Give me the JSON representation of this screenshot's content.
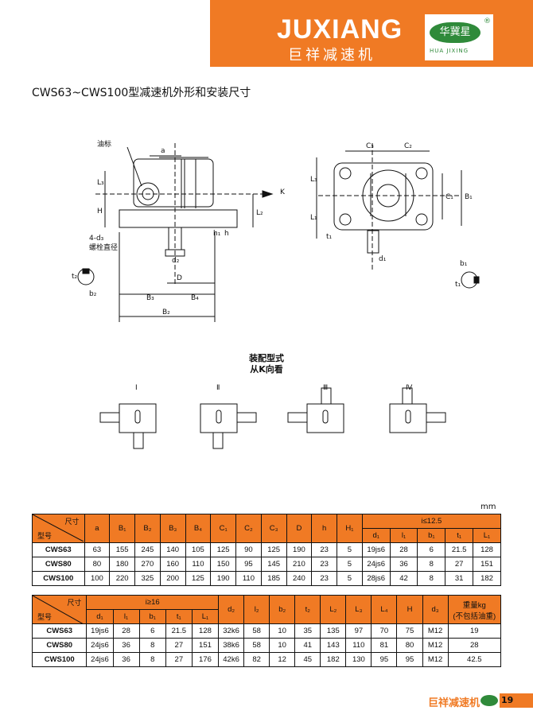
{
  "header": {
    "brand_en": "JUXIANG",
    "brand_cn": "巨祥减速机",
    "logo_text": "华冀星",
    "logo_sub": "HUA JIXING",
    "logo_reg": "®"
  },
  "title": "CWS63~CWS100型减速机外形和安装尺寸",
  "drawing_labels": {
    "oil_mark": "油标",
    "bolt_dia": "螺栓直径",
    "holes": "4-d₃",
    "K": "K",
    "a": "a",
    "L3": "L₃",
    "H": "H",
    "h": "h",
    "h1": "h₁",
    "L2": "L₂",
    "b2": "b₂",
    "t2": "t₂",
    "d2": "d₂",
    "D": "D",
    "B3": "B₃",
    "B4": "B₄",
    "B2": "B₂",
    "C3": "C₃",
    "C2": "C₂",
    "C1": "C₁",
    "B1": "B₁",
    "L1": "L₁",
    "t1": "t₁",
    "d1": "d₁",
    "b1": "b₁"
  },
  "assembly": {
    "title_line1": "装配型式",
    "title_line2": "从K向看",
    "types": [
      "Ⅰ",
      "Ⅱ",
      "Ⅲ",
      "Ⅳ"
    ]
  },
  "unit": "mm",
  "table1": {
    "corner_top": "尺寸",
    "corner_bottom": "型号",
    "columns": [
      "a",
      "B₁",
      "B₂",
      "B₃",
      "B₄",
      "C₁",
      "C₂",
      "C₃",
      "D",
      "h",
      "H₁"
    ],
    "group_label": "i≤12.5",
    "group_columns": [
      "d₁",
      "l₁",
      "b₁",
      "t₁",
      "L₁"
    ],
    "rows": [
      {
        "model": "CWS63",
        "values": [
          "63",
          "155",
          "245",
          "140",
          "105",
          "125",
          "90",
          "125",
          "190",
          "23",
          "5",
          "19js6",
          "28",
          "6",
          "21.5",
          "128"
        ]
      },
      {
        "model": "CWS80",
        "values": [
          "80",
          "180",
          "270",
          "160",
          "110",
          "150",
          "95",
          "145",
          "210",
          "23",
          "5",
          "24js6",
          "36",
          "8",
          "27",
          "151"
        ]
      },
      {
        "model": "CWS100",
        "values": [
          "100",
          "220",
          "325",
          "200",
          "125",
          "190",
          "110",
          "185",
          "240",
          "23",
          "5",
          "28js6",
          "42",
          "8",
          "31",
          "182"
        ]
      }
    ]
  },
  "table2": {
    "corner_top": "尺寸",
    "corner_bottom": "型号",
    "group_label": "i≥16",
    "group_columns": [
      "d₁",
      "l₁",
      "b₁",
      "t₁",
      "L₁"
    ],
    "columns": [
      "d₂",
      "l₂",
      "b₂",
      "t₂",
      "L₂",
      "L₃",
      "L₄",
      "H",
      "d₃"
    ],
    "weight_line1": "重量kg",
    "weight_line2": "(不包括油重)",
    "rows": [
      {
        "model": "CWS63",
        "values": [
          "19js6",
          "28",
          "6",
          "21.5",
          "128",
          "32k6",
          "58",
          "10",
          "35",
          "135",
          "97",
          "70",
          "75",
          "M12",
          "19"
        ]
      },
      {
        "model": "CWS80",
        "values": [
          "24js6",
          "36",
          "8",
          "27",
          "151",
          "38k6",
          "58",
          "10",
          "41",
          "143",
          "110",
          "81",
          "80",
          "M12",
          "28"
        ]
      },
      {
        "model": "CWS100",
        "values": [
          "24js6",
          "36",
          "8",
          "27",
          "176",
          "42k6",
          "82",
          "12",
          "45",
          "182",
          "130",
          "95",
          "95",
          "M12",
          "42.5"
        ]
      }
    ]
  },
  "footer": {
    "brand": "巨祥减速机",
    "page": "19"
  }
}
